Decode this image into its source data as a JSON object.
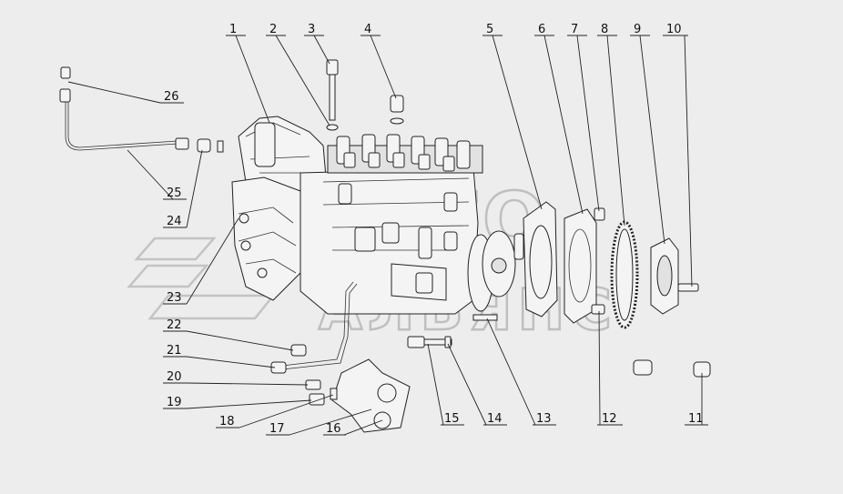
{
  "watermark": {
    "line1": "АВТО",
    "line2": "АЛЬЯНС"
  },
  "callouts": [
    {
      "id": "c1",
      "number": "1"
    },
    {
      "id": "c2",
      "number": "2"
    },
    {
      "id": "c3",
      "number": "3"
    },
    {
      "id": "c4",
      "number": "4"
    },
    {
      "id": "c5",
      "number": "5"
    },
    {
      "id": "c6",
      "number": "6"
    },
    {
      "id": "c7",
      "number": "7"
    },
    {
      "id": "c8",
      "number": "8"
    },
    {
      "id": "c9",
      "number": "9"
    },
    {
      "id": "c10",
      "number": "10"
    },
    {
      "id": "c11",
      "number": "11"
    },
    {
      "id": "c12",
      "number": "12"
    },
    {
      "id": "c13",
      "number": "13"
    },
    {
      "id": "c14",
      "number": "14"
    },
    {
      "id": "c15",
      "number": "15"
    },
    {
      "id": "c16",
      "number": "16"
    },
    {
      "id": "c17",
      "number": "17"
    },
    {
      "id": "c18",
      "number": "18"
    },
    {
      "id": "c19",
      "number": "19"
    },
    {
      "id": "c20",
      "number": "20"
    },
    {
      "id": "c21",
      "number": "21"
    },
    {
      "id": "c22",
      "number": "22"
    },
    {
      "id": "c23",
      "number": "23"
    },
    {
      "id": "c24",
      "number": "24"
    },
    {
      "id": "c25",
      "number": "25"
    },
    {
      "id": "c26",
      "number": "26"
    }
  ]
}
